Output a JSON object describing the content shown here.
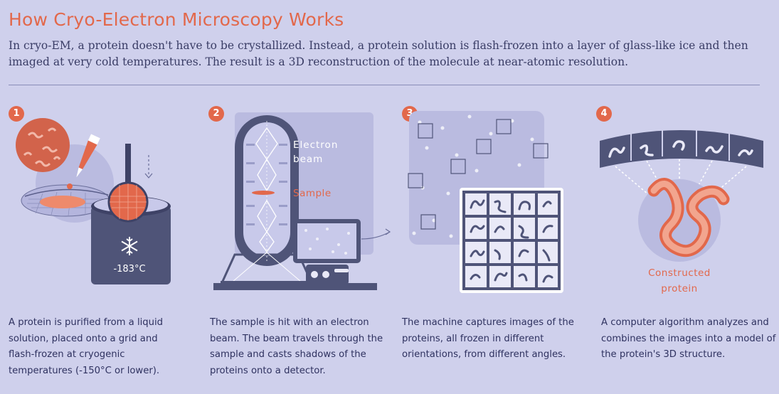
{
  "title": "How Cryo-Electron Microscopy Works",
  "intro": "In cryo-EM, a protein doesn't have to be crystallized. Instead, a protein solution is flash-frozen into a layer of glass-like ice and then imaged at very cold temperatures. The result is a 3D reconstruction of the molecule at near-atomic resolution.",
  "steps": [
    {
      "number": "1",
      "caption": "A protein is purified from a liquid solution, placed onto a grid and flash-frozen at cryogenic temperatures (-150°C or lower).",
      "temperature": "-183°C"
    },
    {
      "number": "2",
      "caption": "The sample is hit with an electron beam. The beam travels through the sample and casts shadows of the proteins onto a detector.",
      "label_beam_1": "Electron",
      "label_beam_2": "beam",
      "label_sample": "Sample"
    },
    {
      "number": "3",
      "caption": "The machine captures images of the proteins, all frozen in different orientations, from different angles."
    },
    {
      "number": "4",
      "caption": "A computer algorithm analyzes and combines the images into a model of the protein's 3D structure.",
      "label_1": "Constructed",
      "label_2": "protein"
    }
  ],
  "colors": {
    "background": "#cfd0ec",
    "accent": "#e2684b",
    "navy": "#4f5478",
    "panel": "#babbe0"
  }
}
